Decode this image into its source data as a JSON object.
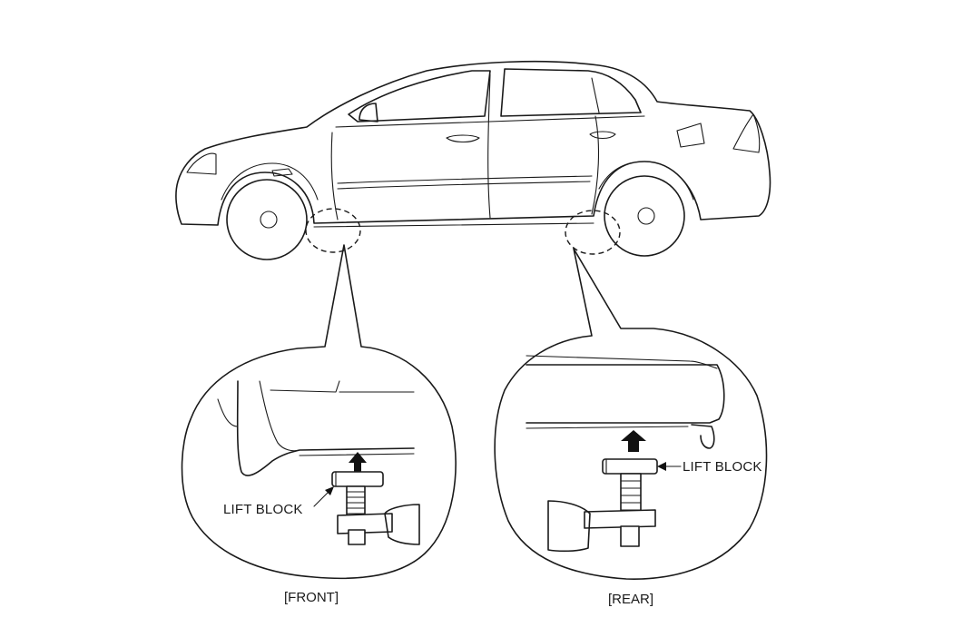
{
  "labels": {
    "front_lift_block": "LIFT BLOCK",
    "rear_lift_block": "LIFT BLOCK",
    "front_caption": "[FRONT]",
    "rear_caption": "[REAR]"
  },
  "colors": {
    "line": "#1a1a1a",
    "background": "#ffffff"
  }
}
